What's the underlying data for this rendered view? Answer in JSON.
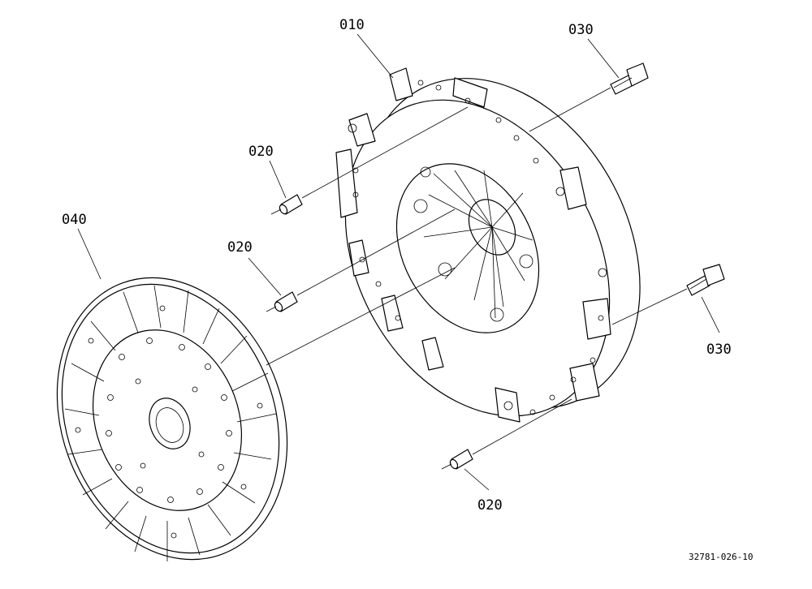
{
  "callouts": {
    "pressure_plate": "010",
    "dowel_pin_upper": "020",
    "dowel_pin_middle": "020",
    "dowel_pin_lower": "020",
    "bolt_upper": "030",
    "bolt_lower": "030",
    "clutch_disc": "040"
  },
  "drawing_ref": "32781-026-10"
}
